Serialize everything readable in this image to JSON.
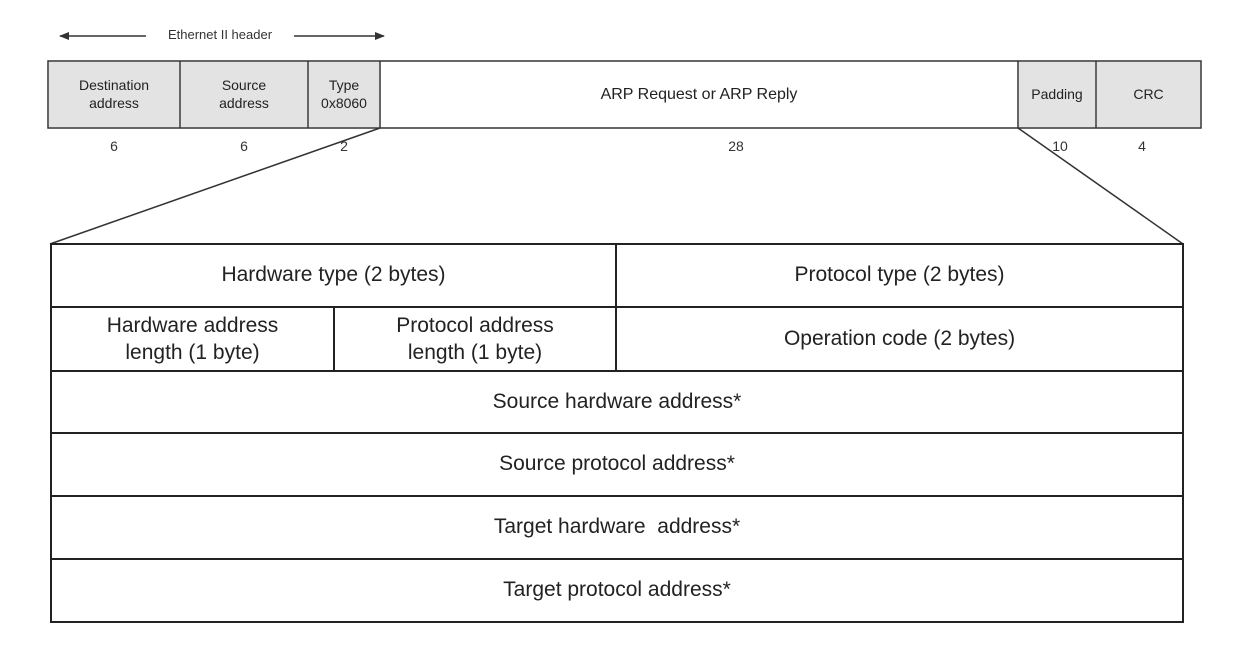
{
  "ethernet": {
    "header_label": "Ethernet II header",
    "fields": [
      {
        "name": "Destination address",
        "line1": "Destination",
        "line2": "address",
        "size": "6"
      },
      {
        "name": "Source address",
        "line1": "Source",
        "line2": "address",
        "size": "6"
      },
      {
        "name": "Type",
        "line1": "Type",
        "line2": "0x8060",
        "size": "2"
      },
      {
        "name": "ARP Request or ARP Reply",
        "line1": "ARP Request or ARP Reply",
        "size": "28"
      },
      {
        "name": "Padding",
        "line1": "Padding",
        "size": "10"
      },
      {
        "name": "CRC",
        "line1": "CRC",
        "size": "4"
      }
    ]
  },
  "arp": {
    "hardware_type": "Hardware type (2 bytes)",
    "protocol_type": "Protocol type (2 bytes)",
    "hw_addr_len_1": "Hardware address",
    "hw_addr_len_2": "length (1 byte)",
    "proto_addr_len_1": "Protocol address",
    "proto_addr_len_2": "length (1 byte)",
    "operation_code": "Operation code (2 bytes)",
    "source_hw": "Source hardware address*",
    "source_proto": "Source protocol address*",
    "target_hw": "Target hardware  address*",
    "target_proto": "Target protocol address*"
  },
  "colors": {
    "shaded_field": "#e3e3e3",
    "line": "#333333"
  }
}
